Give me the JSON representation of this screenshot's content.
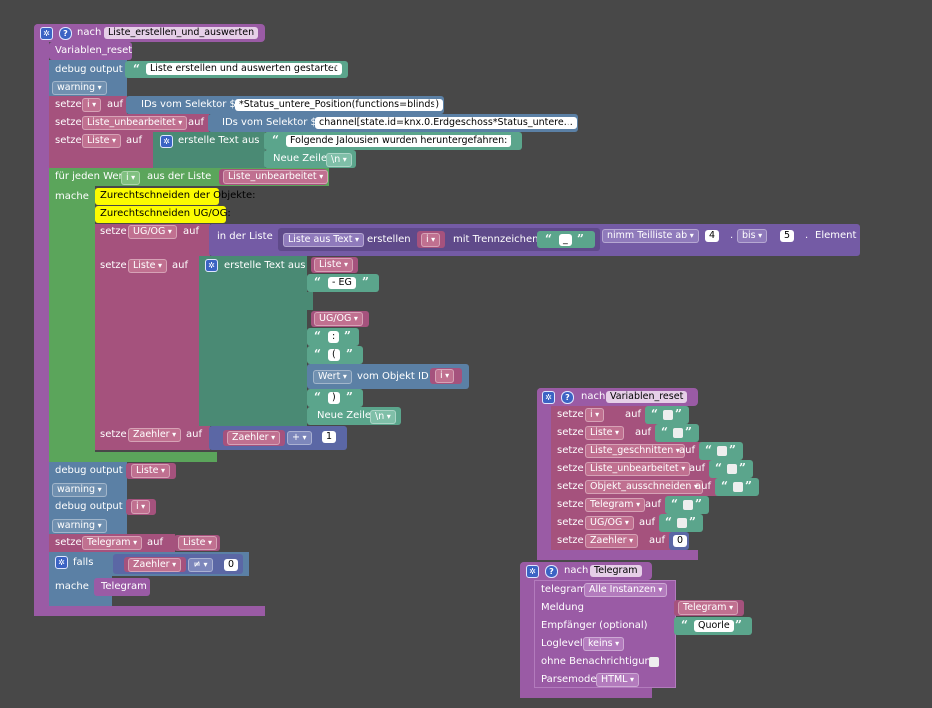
{
  "main_func": {
    "keyword": "nach",
    "name": "Liste_erstellen_und_auswerten",
    "variablen_reset": "Variablen_reset",
    "debug_label": "debug output",
    "debug_text": "Liste erstellen und auswerten gestartet",
    "warning": "warning",
    "setze": "setze",
    "auf": "auf",
    "var_i": "i",
    "ids_selector": "IDs vom Selektor $(",
    "selector1": "*Status_untere_Position(functions=blinds)",
    "close_paren": ")",
    "var_liste_unbearbeitet": "Liste_unbearbeitet",
    "selector2": "channel[state.id=knx.0.Erdgeschoss*Status_untere...",
    "var_liste": "Liste",
    "erstelle_text_aus": "erstelle Text aus",
    "text_jalousien": "Folgende Jalousien wurden heruntergefahren:",
    "neue_zeile": "Neue Zeile",
    "newline": "\\n",
    "for_each": "für jeden Wert",
    "aus_der_liste": "aus der Liste",
    "mache": "mache",
    "comment1": "Zurechtschneiden der Objekte:",
    "comment2": "Zurechtschneiden UG/OG:",
    "var_ugog": "UG/OG",
    "in_der_liste": "in der Liste",
    "liste_aus_text": "Liste aus Text",
    "erstellen": "erstellen",
    "mit_trennzeichen": "mit Trennzeichen",
    "trennzeichen": "_",
    "nimm_teilliste": "nimm Teilliste ab",
    "from_num": "4",
    "dot": ".",
    "bis": "bis",
    "to_num": "5",
    "element": "Element",
    "text_eg": "- EG",
    "text_colon": ":",
    "text_open": "(",
    "wert": "Wert",
    "vom_objekt_id": "vom Objekt ID",
    "text_close": ")",
    "var_zaehler": "Zaehler",
    "op_plus": "+",
    "num_one": "1",
    "var_telegram": "Telegram",
    "falls": "falls",
    "op_neq": "≠",
    "num_zero": "0"
  },
  "reset_func": {
    "keyword": "nach",
    "name": "Variablen_reset",
    "rows": [
      {
        "var": "i"
      },
      {
        "var": "Liste"
      },
      {
        "var": "Liste_geschnitten"
      },
      {
        "var": "Liste_unbearbeitet"
      },
      {
        "var": "Objekt_ausschneiden"
      },
      {
        "var": "Telegram"
      },
      {
        "var": "UG/OG"
      },
      {
        "var": "Zaehler"
      }
    ],
    "setze": "setze",
    "auf": "auf",
    "zero": "0"
  },
  "telegram_func": {
    "keyword": "nach",
    "name": "Telegram",
    "telegram_label": "telegram",
    "instances": "Alle Instanzen",
    "meldung": "Meldung",
    "meldung_var": "Telegram",
    "empfaenger": "Empfänger (optional)",
    "empfaenger_val": "Quorle",
    "loglevel": "Loglevel",
    "loglevel_val": "keins",
    "ohne_benachrichtigung": "ohne Benachrichtigung",
    "parsemode": "Parsemode",
    "parsemode_val": "HTML"
  },
  "icons": {
    "gear": "gear-icon",
    "help": "help-icon"
  },
  "colors": {
    "background": "#484848",
    "procedure": "#9a5ba5",
    "variable": "#a5527d",
    "debug": "#5b80a5",
    "text": "#5ba58c",
    "list": "#745ba5",
    "loop": "#5ba55b",
    "comment": "#fbfb00"
  }
}
